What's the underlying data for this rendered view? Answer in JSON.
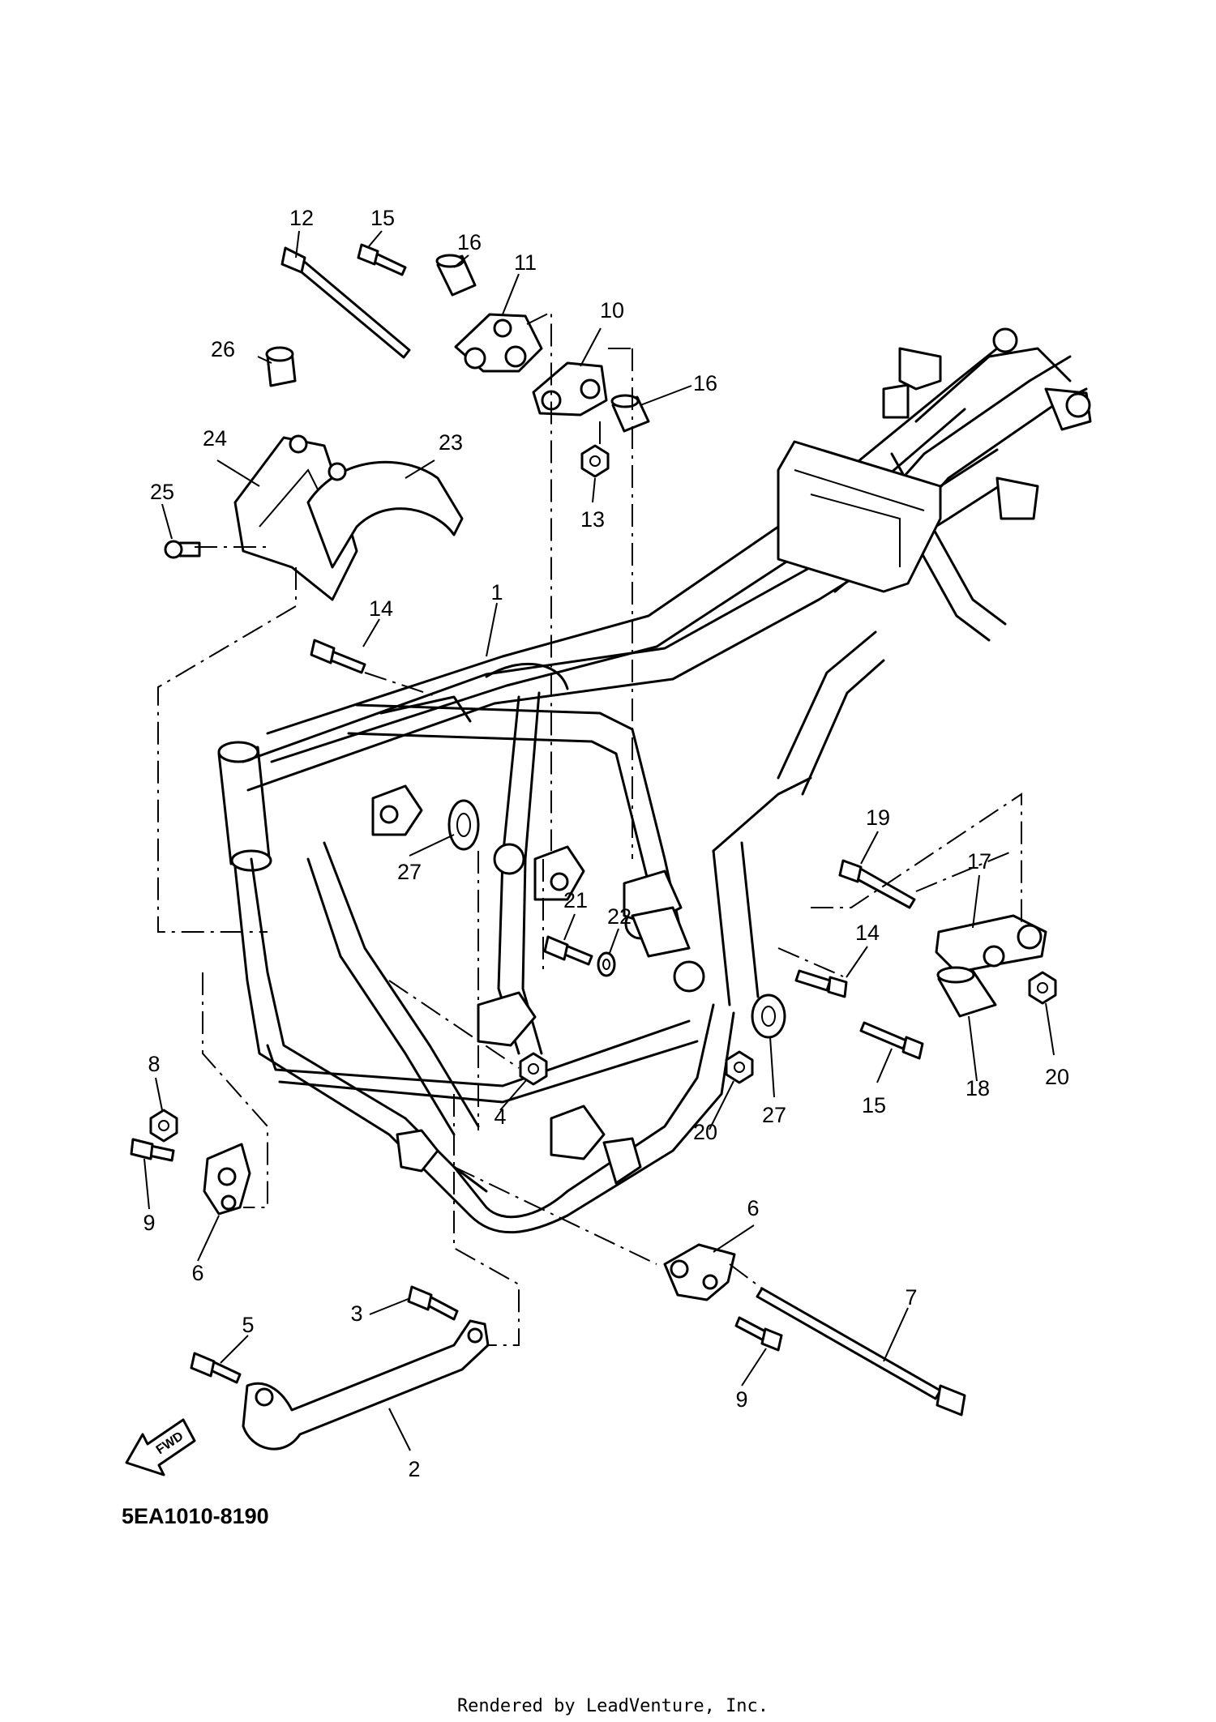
{
  "diagram": {
    "part_code": "5EA1010-8190",
    "credit": "Rendered by LeadVenture, Inc.",
    "direction_label": "FWD",
    "watermark_icon": "leadventure-logo",
    "callouts": [
      {
        "id": "c12",
        "label": "12"
      },
      {
        "id": "c15a",
        "label": "15"
      },
      {
        "id": "c16a",
        "label": "16"
      },
      {
        "id": "c11",
        "label": "11"
      },
      {
        "id": "c26",
        "label": "26"
      },
      {
        "id": "c10",
        "label": "10"
      },
      {
        "id": "c16b",
        "label": "16"
      },
      {
        "id": "c24",
        "label": "24"
      },
      {
        "id": "c23",
        "label": "23"
      },
      {
        "id": "c25",
        "label": "25"
      },
      {
        "id": "c13",
        "label": "13"
      },
      {
        "id": "c1",
        "label": "1"
      },
      {
        "id": "c14a",
        "label": "14"
      },
      {
        "id": "c27a",
        "label": "27"
      },
      {
        "id": "c19",
        "label": "19"
      },
      {
        "id": "c17",
        "label": "17"
      },
      {
        "id": "c21",
        "label": "21"
      },
      {
        "id": "c22",
        "label": "22"
      },
      {
        "id": "c14b",
        "label": "14"
      },
      {
        "id": "c8",
        "label": "8"
      },
      {
        "id": "c4",
        "label": "4"
      },
      {
        "id": "c20a",
        "label": "20"
      },
      {
        "id": "c27b",
        "label": "27"
      },
      {
        "id": "c15b",
        "label": "15"
      },
      {
        "id": "c18",
        "label": "18"
      },
      {
        "id": "c20b",
        "label": "20"
      },
      {
        "id": "c9a",
        "label": "9"
      },
      {
        "id": "c6a",
        "label": "6"
      },
      {
        "id": "c6b",
        "label": "6"
      },
      {
        "id": "c7",
        "label": "7"
      },
      {
        "id": "c3",
        "label": "3"
      },
      {
        "id": "c5",
        "label": "5"
      },
      {
        "id": "c9b",
        "label": "9"
      },
      {
        "id": "c2",
        "label": "2"
      }
    ]
  }
}
